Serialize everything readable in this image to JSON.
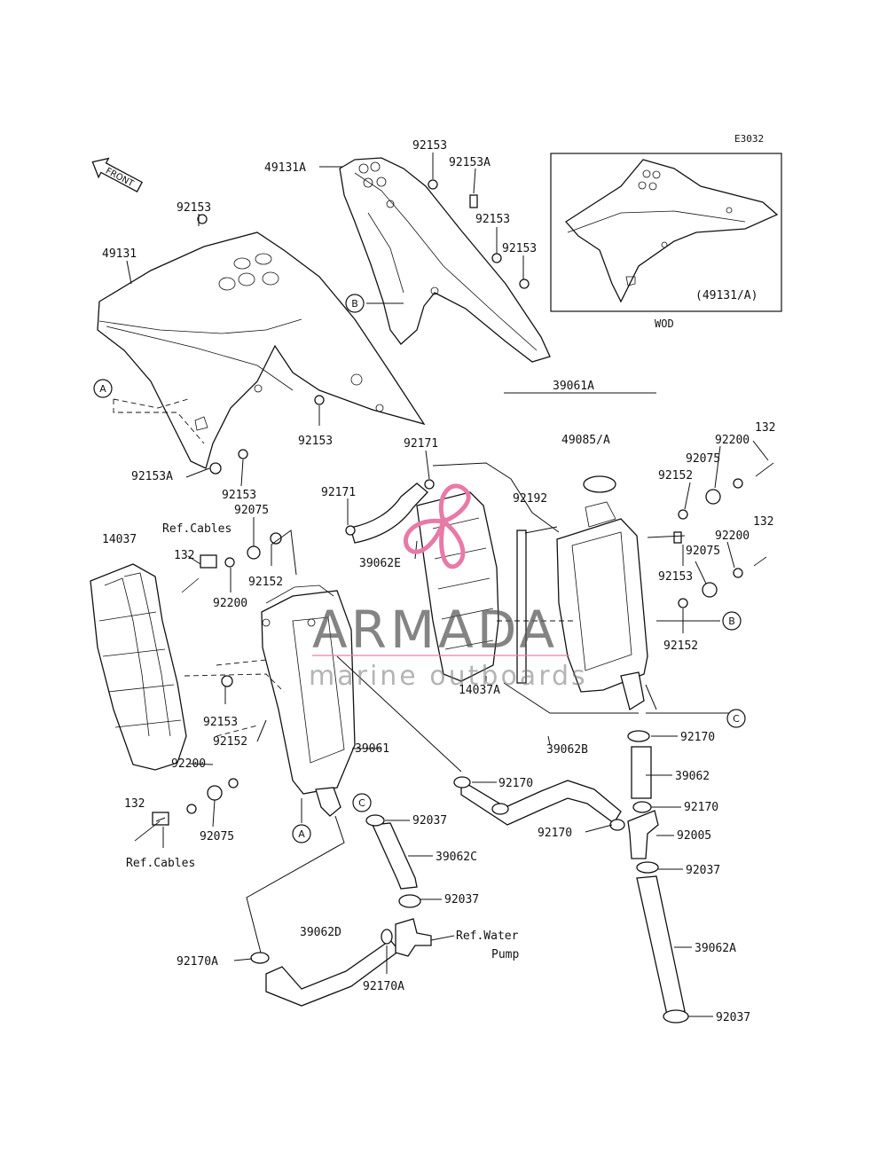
{
  "diagram_code": "E3032",
  "front_label": "FRONT",
  "inset": {
    "model_label": "(49131/A)",
    "caption": "WOD"
  },
  "watermark": {
    "brand": "ARMADA",
    "tagline": "marine outboards",
    "accent_color": "#e87aa8"
  },
  "callouts": {
    "a": "A",
    "b": "B",
    "c": "C"
  },
  "labels": {
    "l_49131A": "49131A",
    "l_92153_top": "92153",
    "l_92153A_top": "92153A",
    "l_92153_r1": "92153",
    "l_92153_r2": "92153",
    "l_92153_left": "92153",
    "l_49131": "49131",
    "l_39061A": "39061A",
    "l_49085A": "49085/A",
    "l_92153_mid": "92153",
    "l_92153A_bot": "92153A",
    "l_92153_bot": "92153",
    "l_92171_a": "92171",
    "l_92171_b": "92171",
    "l_92192": "92192",
    "l_39062E": "39062E",
    "l_132_r1": "132",
    "l_92200_r1": "92200",
    "l_92075_r1": "92075",
    "l_92152_r1": "92152",
    "l_132_r2": "132",
    "l_92200_r2": "92200",
    "l_92075_r2": "92075",
    "l_92153_r3": "92153",
    "l_92152_r2": "92152",
    "l_14037": "14037",
    "l_refcables_top": "Ref.Cables",
    "l_92075_l": "92075",
    "l_132_l": "132",
    "l_92152_l": "92152",
    "l_92200_l": "92200",
    "l_14037A": "14037A",
    "l_92153_l2": "92153",
    "l_92152_l2": "92152",
    "l_92200_l2": "92200",
    "l_39061": "39061",
    "l_132_b": "132",
    "l_92075_b": "92075",
    "l_refcables_bot": "Ref.Cables",
    "l_92170_a": "92170",
    "l_39062B": "39062B",
    "l_39062": "39062",
    "l_92170_b": "92170",
    "l_92170_c": "92170",
    "l_92170_d": "92170",
    "l_92005": "92005",
    "l_92037_a": "92037",
    "l_92037_b": "92037",
    "l_39062C": "39062C",
    "l_92037_c": "92037",
    "l_39062D": "39062D",
    "l_refwater": "Ref.Water",
    "l_pump": "Pump",
    "l_92170A_l": "92170A",
    "l_92170A_m": "92170A",
    "l_39062A": "39062A",
    "l_92037_d": "92037"
  }
}
